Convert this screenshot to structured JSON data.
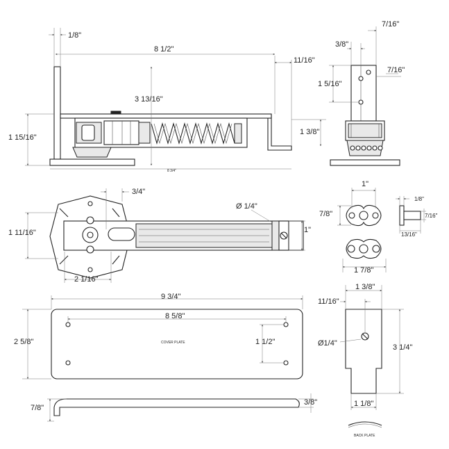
{
  "dims": {
    "top_eighth": "1/8\"",
    "top_len": "8 1/2\"",
    "top_right_offset": "11/16\"",
    "top_inner": "3 13/16\"",
    "top_height": "1 15/16\"",
    "top_right_height": "1 3/8\"",
    "top_bottom_tiny": "8 3/4\"",
    "end_top_width": "7/16\"",
    "end_3_8": "3/8\"",
    "end_side": "7/16\"",
    "end_height": "1 5/16\"",
    "plan_3_4": "3/4\"",
    "plan_dia": "Ø 1/4\"",
    "plan_height": "1 11/16\"",
    "plan_right": "1\"",
    "plan_bottom": "2  1/16\"",
    "washer_top": "1\"",
    "washer_left": "7/8\"",
    "washer_bottom": "1 7/8\"",
    "pin_top": "1/8\"",
    "pin_right": "7/16\"",
    "pin_bottom": "13/16\"",
    "cover_len": "9 3/4\"",
    "cover_holes_x": "8 5/8\"",
    "cover_height": "2 5/8\"",
    "cover_holes_y": "1 1/2\"",
    "cover_label": "COVER PLATE",
    "cover_side_left": "7/8\"",
    "cover_side_right": "3/8\"",
    "back_top": "1 3/8\"",
    "back_offset": "11/16\"",
    "back_dia": "Ø1/4\"",
    "back_height": "3 1/4\"",
    "back_bottom": "1 1/8\"",
    "back_label": "BACK PLATE"
  }
}
